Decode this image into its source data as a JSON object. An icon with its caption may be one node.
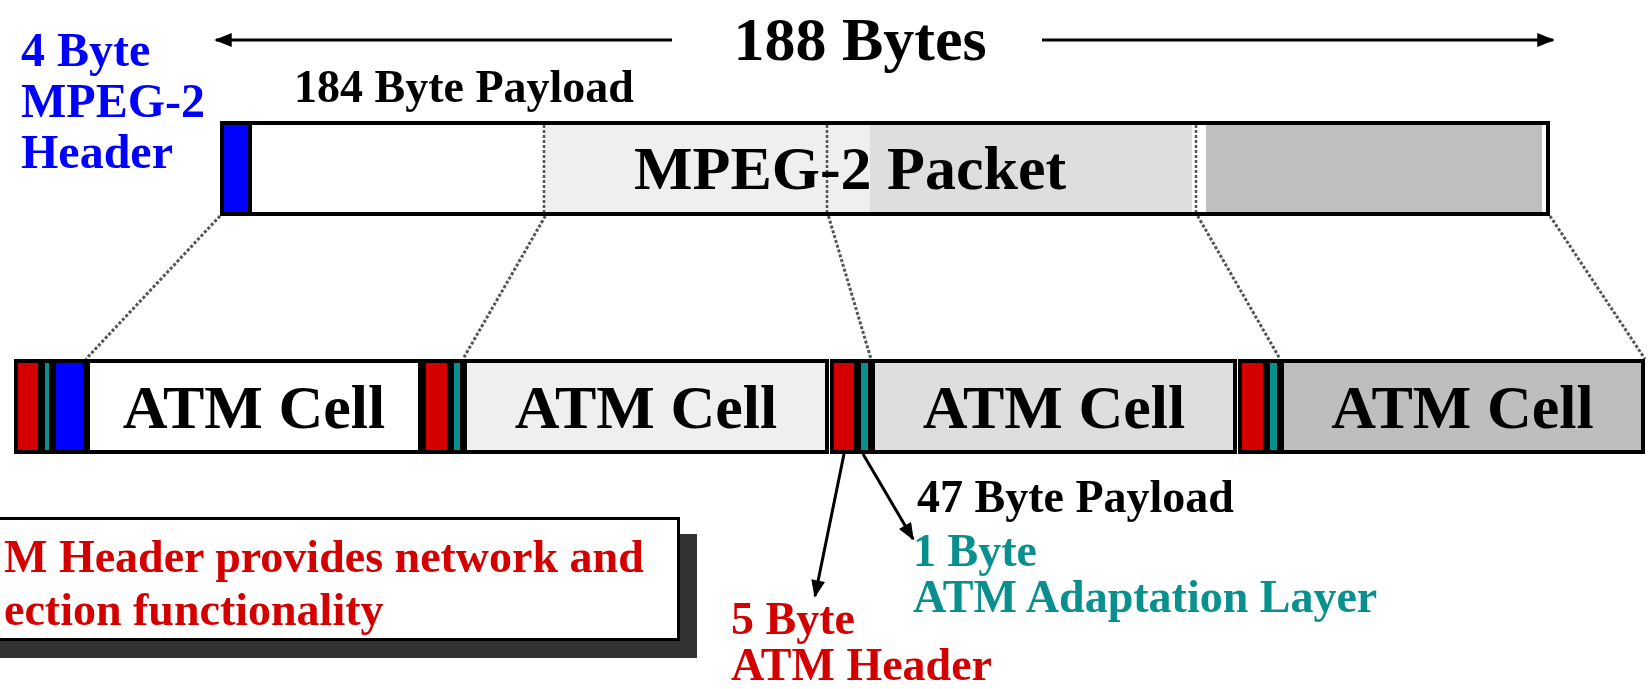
{
  "diagram": {
    "nodes": [
      {
        "text": [
          "MPEG-2 Packet"
        ]
      },
      {
        "text": [
          "ATM Cell"
        ]
      },
      {
        "text": [
          "ATM Cell"
        ]
      },
      {
        "text": [
          "ATM Cell"
        ]
      },
      {
        "text": [
          "ATM Cell"
        ]
      },
      {
        "text": [],
        "shape": "bar"
      },
      {
        "text": [],
        "shape": "bar"
      },
      {
        "text": [],
        "shape": "bar"
      },
      {
        "text": [],
        "shape": "bar"
      },
      {
        "text": [],
        "shape": "bar"
      },
      {
        "text": [],
        "shape": "bar"
      },
      {
        "text": [],
        "shape": "bar"
      },
      {
        "text": [],
        "shape": "bar"
      },
      {
        "text": [],
        "shape": "bar"
      },
      {
        "text": [
          "1 Byte",
          "ATM Adaptation Layer"
        ]
      },
      {
        "text": [
          "5 Byte",
          "ATM Header"
        ]
      },
      {
        "text": [
          "M Header provides network and ection functionality"
        ]
      }
    ],
    "edges": [
      {
        "from": 0,
        "to": 1,
        "arrow": "none",
        "style": "dashed"
      },
      {
        "from": 0,
        "to": 2,
        "arrow": "none",
        "style": "dashed"
      },
      {
        "from": 0,
        "to": 3,
        "arrow": "none",
        "style": "dashed"
      },
      {
        "from": 0,
        "to": 4,
        "arrow": "none",
        "style": "dashed"
      },
      {
        "from": 0,
        "to": 4,
        "arrow": "none",
        "style": "dashed"
      },
      {
        "from": 10,
        "to": 15,
        "arrow": "to"
      },
      {
        "from": 11,
        "to": 14,
        "arrow": "to"
      }
    ],
    "labels": [
      "4 Byte MPEG-2 Header",
      "188 Bytes",
      "184 Byte Payload",
      "47 Byte Payload"
    ]
  }
}
